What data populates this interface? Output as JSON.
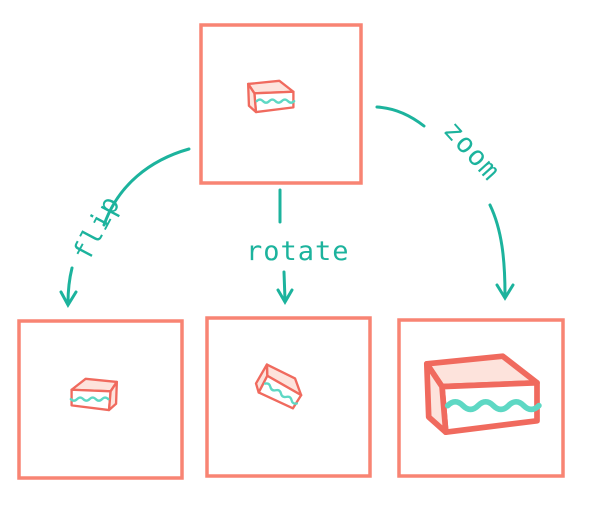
{
  "diagram": {
    "labels": {
      "flip": "flip",
      "rotate": "rotate",
      "zoom": "zoom"
    },
    "colors": {
      "frame": "#F88473",
      "arrow": "#1CB39D",
      "cake_stroke": "#F06A5E",
      "cake_fill": "#FDD9D1",
      "cream": "#5ED8C4"
    },
    "images": [
      {
        "name": "original",
        "transform": "none"
      },
      {
        "name": "flipped",
        "transform": "horizontal flip"
      },
      {
        "name": "rotated",
        "transform": "rotation"
      },
      {
        "name": "zoomed",
        "transform": "zoom in"
      }
    ]
  }
}
